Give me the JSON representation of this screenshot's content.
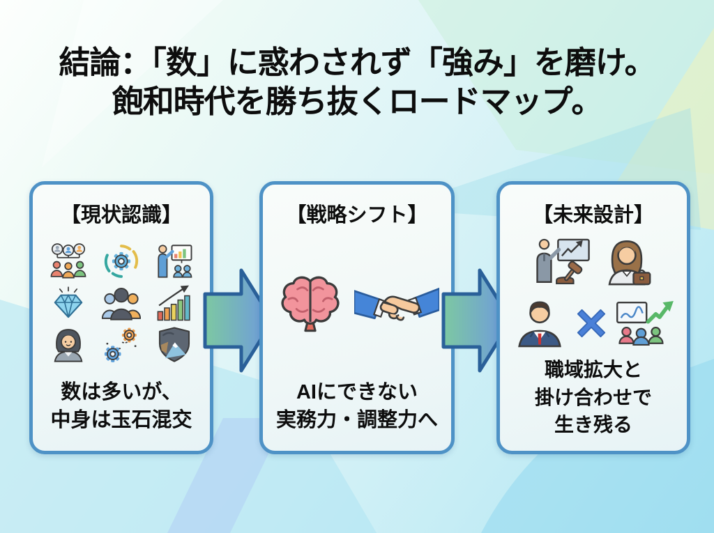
{
  "title": {
    "line1": "結論：「数」に惑わされず「強み」を磨け。",
    "line2": "飽和時代を勝ち抜くロードマップ。"
  },
  "cards": [
    {
      "header": "【現状認識】",
      "icons": [
        "org-chart-people-icon",
        "process-gear-icon",
        "presentation-icon",
        "diamond-icon",
        "people-group-icon",
        "growth-bars-icon",
        "woman-avatar-icon",
        "workflow-gears-icon",
        "mountain-shield-icon"
      ],
      "text_lines": [
        "数は多いが、",
        "中身は玉石混交"
      ]
    },
    {
      "header": "【戦略シフト】",
      "icons": [
        "brain-icon",
        "handshake-icon"
      ],
      "text_lines": [
        "AIにできない",
        "実務力・調整力へ"
      ]
    },
    {
      "header": "【未来設計】",
      "icons": [
        "presenter-gavel-icon",
        "businesswoman-icon",
        "businessman-icon",
        "multiply-icon",
        "team-growth-icon"
      ],
      "text_lines": [
        "職域拡大と",
        "掛け合わせで",
        "生き残る"
      ]
    }
  ],
  "arrows": [
    "arrow-right-icon",
    "arrow-right-icon"
  ],
  "colors": {
    "title_text": "#0d0d0d",
    "card_border": "#4e92c6",
    "card_background": "#f2f8f8",
    "arrow_gradient_start": "#7dc8a2",
    "arrow_gradient_end": "#6d98e0",
    "arrow_border": "#2a6099",
    "background_top": "#fdfffd",
    "background_bottom": "#aee5f2",
    "multiply_blue": "#4a80d8",
    "brain_pink": "#f2949c",
    "handshake_sleeve_blue": "#4585d8"
  }
}
